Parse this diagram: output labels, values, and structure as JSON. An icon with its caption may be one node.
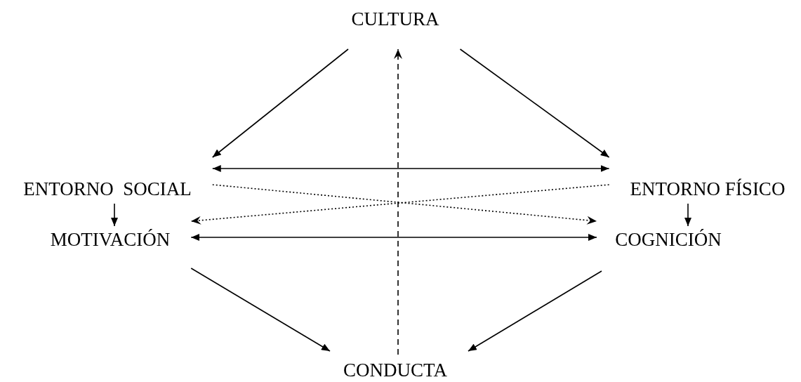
{
  "diagram": {
    "nodes": [
      {
        "text": [
          "CULTURA"
        ]
      },
      {
        "text": [
          "ENTORNO  SOCIAL"
        ]
      },
      {
        "text": [
          "ENTORNO FÍSICO"
        ]
      },
      {
        "text": [
          "MOTIVACIÓN"
        ]
      },
      {
        "text": [
          "COGNICIÓN"
        ]
      },
      {
        "text": [
          "CONDUCTA"
        ]
      }
    ],
    "edges": [
      {
        "from": 0,
        "to": 1,
        "arrow": "to"
      },
      {
        "from": 0,
        "to": 2,
        "arrow": "to"
      },
      {
        "from": 1,
        "to": 3,
        "arrow": "to"
      },
      {
        "from": 2,
        "to": 4,
        "arrow": "to"
      },
      {
        "from": 1,
        "to": 2,
        "arrow": "both"
      },
      {
        "from": 1,
        "to": 4,
        "arrow": "to",
        "style": "dashed"
      },
      {
        "from": 2,
        "to": 3,
        "arrow": "to",
        "style": "dashed"
      },
      {
        "from": 3,
        "to": 4,
        "arrow": "both"
      },
      {
        "from": 5,
        "to": 0,
        "arrow": "to",
        "style": "dashed"
      },
      {
        "from": 3,
        "to": 5,
        "arrow": "to"
      },
      {
        "from": 4,
        "to": 5,
        "arrow": "to"
      }
    ]
  }
}
